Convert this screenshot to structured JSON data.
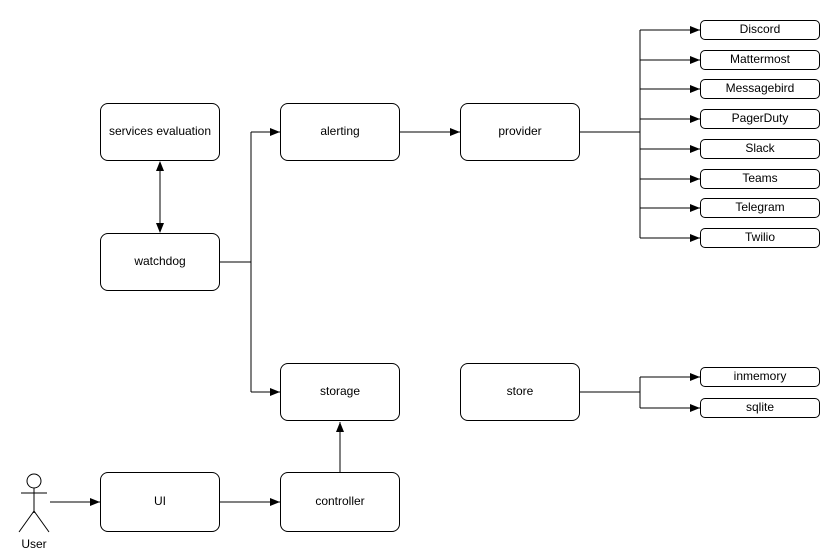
{
  "nodes": {
    "services_evaluation": "services evaluation",
    "watchdog": "watchdog",
    "alerting": "alerting",
    "provider": "provider",
    "storage": "storage",
    "store": "store",
    "ui": "UI",
    "controller": "controller"
  },
  "providers": [
    "Discord",
    "Mattermost",
    "Messagebird",
    "PagerDuty",
    "Slack",
    "Teams",
    "Telegram",
    "Twilio"
  ],
  "stores": [
    "inmemory",
    "sqlite"
  ],
  "actor": {
    "label": "User"
  },
  "colors": {
    "stroke": "#000000",
    "node_fill": "#ffffff",
    "background": "#ffffff"
  }
}
